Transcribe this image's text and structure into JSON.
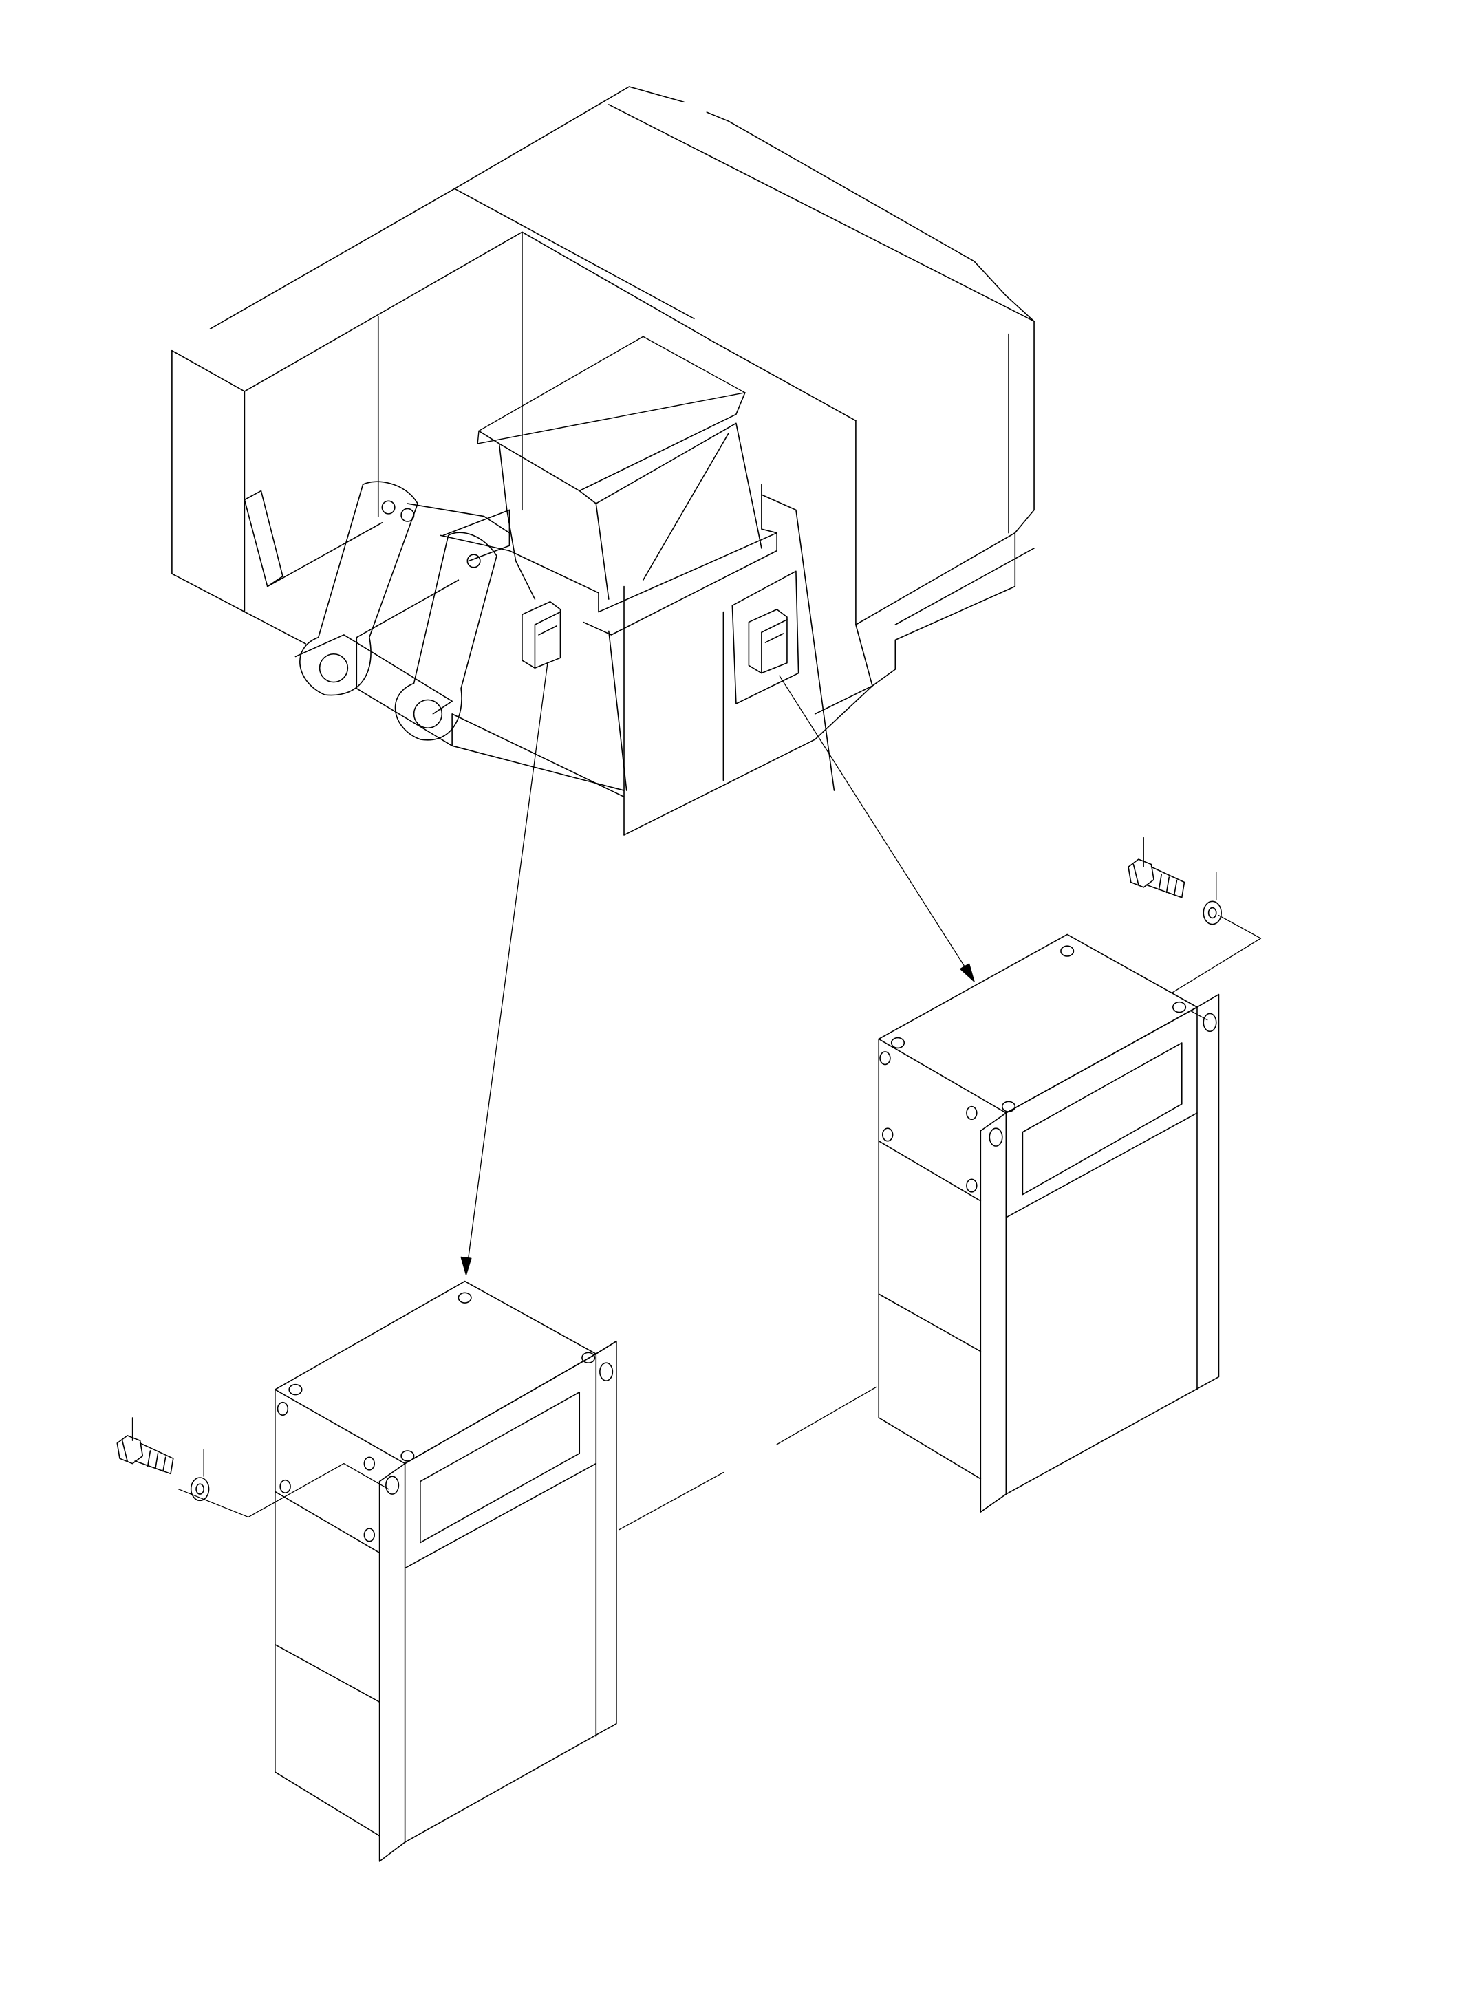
{
  "diagram": {
    "kind": "exploded isometric parts drawing",
    "colors": {
      "line": "#000000",
      "background": "#ffffff",
      "fill": "#ffffff"
    },
    "parts": [
      {
        "id": "frame",
        "icon": "machine-frame-icon"
      },
      {
        "id": "control-box-left",
        "icon": "control-box-icon"
      },
      {
        "id": "control-box-right",
        "icon": "control-box-icon"
      },
      {
        "id": "bolt-left",
        "icon": "bolt-icon"
      },
      {
        "id": "washer-left",
        "icon": "washer-icon"
      },
      {
        "id": "bolt-right",
        "icon": "bolt-icon"
      },
      {
        "id": "washer-right",
        "icon": "washer-icon"
      }
    ]
  }
}
